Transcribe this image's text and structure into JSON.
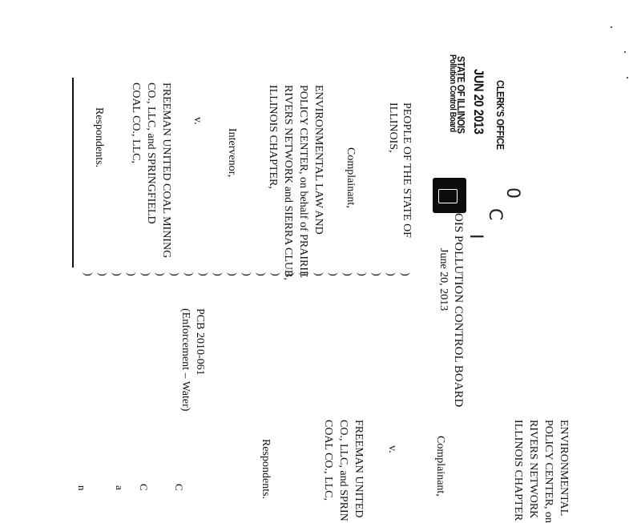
{
  "stamp": {
    "clerk": "CLERK'S OFFICE",
    "date": "JUN 20 2013",
    "state": "STATE OF ILLINOIS",
    "board": "Pollution Control Board"
  },
  "header": {
    "board": "OIS POLLUTION CONTROL BOARD",
    "date": "June 20, 2013",
    "handwriting": [
      "0",
      "C",
      "I"
    ]
  },
  "caption": {
    "people": [
      "PEOPLE OF THE STATE OF",
      "ILLINOIS,"
    ],
    "complainant": "Complainant,",
    "intervenor_name": [
      "ENVIRONMENTAL LAW AND",
      "POLICY CENTER, on behalf of PRAIRIE",
      "RIVERS NETWORK and SIERRA CLUB,",
      "ILLINOIS CHAPTER,"
    ],
    "intervenor": "Intervenor,",
    "versus": "v.",
    "respondent_name": [
      "FREEMAN UNITED COAL MINING",
      "CO., LLC, and SPRINGFIELD",
      "COAL CO., LLC,"
    ],
    "respondents": "Respondents.",
    "case_number": "PCB 2010-061",
    "case_type": "(Enforcement – Water)",
    "paren": ")"
  },
  "bleed": {
    "names": [
      "ENVIRONMENTAL",
      "POLICY CENTER, on",
      "RIVERS NETWORK",
      "ILLINOIS CHAPTER"
    ],
    "complainant": "Complainant,",
    "versus": "v.",
    "respondent_name": [
      "FREEMAN UNITED",
      "CO., LLC, and SPRIN",
      "COAL CO., LLC,"
    ],
    "respondents": "Respondents.",
    "edge": [
      "C",
      "C",
      "a",
      "n"
    ]
  }
}
